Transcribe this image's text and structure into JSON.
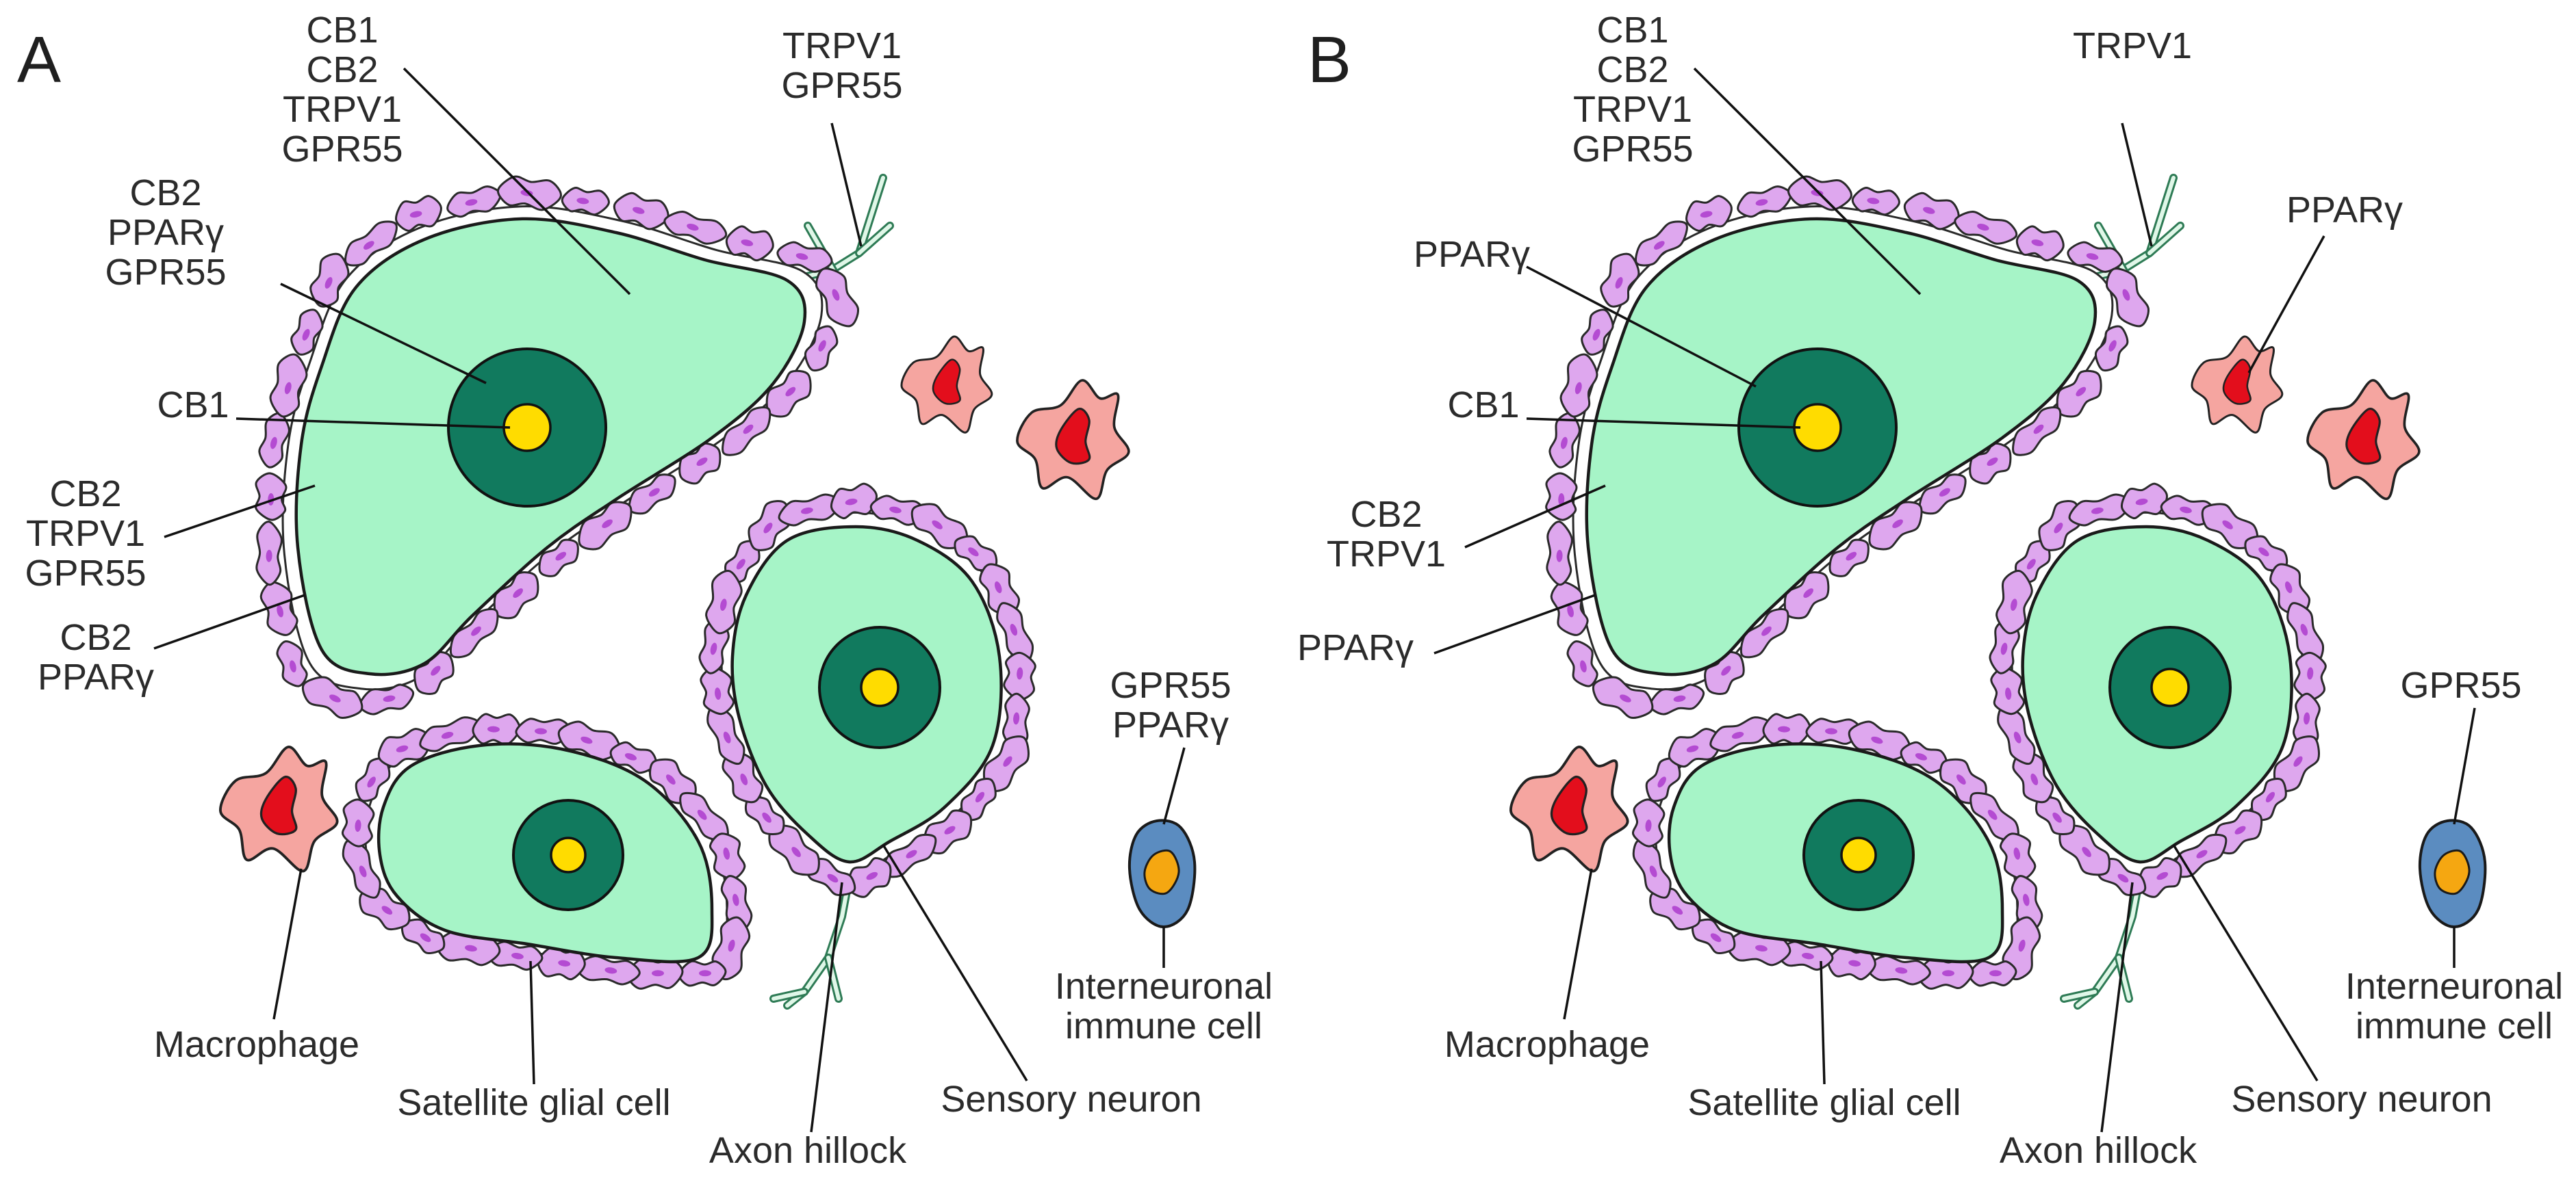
{
  "colors": {
    "neuron_fill": "#a6f4c7",
    "nucleus_fill": "#117a5e",
    "nucleolus_fill": "#ffdc00",
    "glial_fill": "#dea7ee",
    "glial_dot": "#b44bd2",
    "macrophage_fill": "#f5a5a0",
    "macrophage_core": "#e30e1c",
    "immune_fill": "#5b8cc0",
    "immune_core": "#f5a711",
    "axon_fill": "#e0f7e8",
    "axon_stroke": "#2e7b55"
  },
  "panels": [
    {
      "letter": "A",
      "labels": {
        "top_neuron": [
          "CB1",
          "CB2",
          "TRPV1",
          "GPR55"
        ],
        "axon_top": [
          "TRPV1",
          "GPR55"
        ],
        "nucleus": [
          "CB2",
          "PPARγ",
          "GPR55"
        ],
        "nucleolus": [
          "CB1"
        ],
        "glia_upper": [
          "CB2",
          "TRPV1",
          "GPR55"
        ],
        "glia_lower": [
          "CB2",
          "PPARγ"
        ],
        "macrophage_receptor": [],
        "immune_receptor": [
          "GPR55",
          "PPARγ"
        ],
        "macrophage": "Macrophage",
        "satellite": "Satellite glial cell",
        "axon_hillock": "Axon hillock",
        "sensory_neuron": "Sensory neuron",
        "immune_cell": [
          "Interneuronal",
          "immune cell"
        ]
      }
    },
    {
      "letter": "B",
      "labels": {
        "top_neuron": [
          "CB1",
          "CB2",
          "TRPV1",
          "GPR55"
        ],
        "axon_top": [
          "TRPV1"
        ],
        "nucleus": [
          "PPARγ"
        ],
        "nucleolus": [
          "CB1"
        ],
        "glia_upper": [
          "CB2",
          "TRPV1"
        ],
        "glia_lower": [
          "PPARγ"
        ],
        "macrophage_receptor": [
          "PPARγ"
        ],
        "immune_receptor": [
          "GPR55"
        ],
        "macrophage": "Macrophage",
        "satellite": "Satellite glial cell",
        "axon_hillock": "Axon hillock",
        "sensory_neuron": "Sensory neuron",
        "immune_cell": [
          "Interneuronal",
          "immune cell"
        ]
      }
    }
  ]
}
